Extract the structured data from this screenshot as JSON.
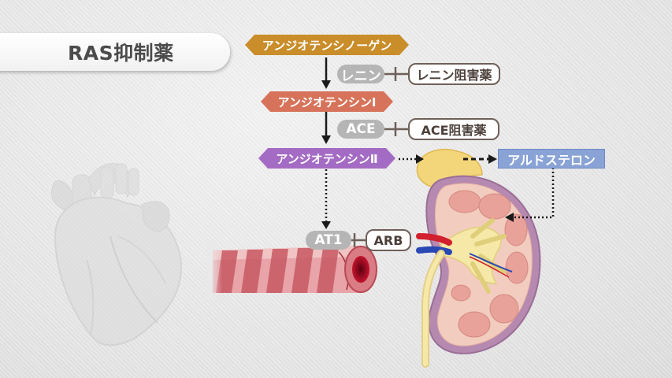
{
  "title": "RAS抑制薬",
  "pathway": {
    "angiotensinogen": "アンジオテンシノーゲン",
    "renin": "レニン",
    "renin_inhibitor": "レニン阻害薬",
    "angiotensin1": "アンジオテンシンⅠ",
    "ace": "ACE",
    "ace_inhibitor": "ACE阻害薬",
    "angiotensin2": "アンジオテンシンⅡ",
    "aldosterone": "アルドステロン",
    "at1": "AT1",
    "arb": "ARB"
  },
  "colors": {
    "orange": "#c98d2a",
    "salmon": "#d6735a",
    "purple": "#a46bc4",
    "grey": "#b5b5b5",
    "blue": "#8aa3d6"
  },
  "illustrations": {
    "heart": "heart-illustration",
    "vessel": "blood-vessel-illustration",
    "kidney": "kidney-illustration"
  }
}
